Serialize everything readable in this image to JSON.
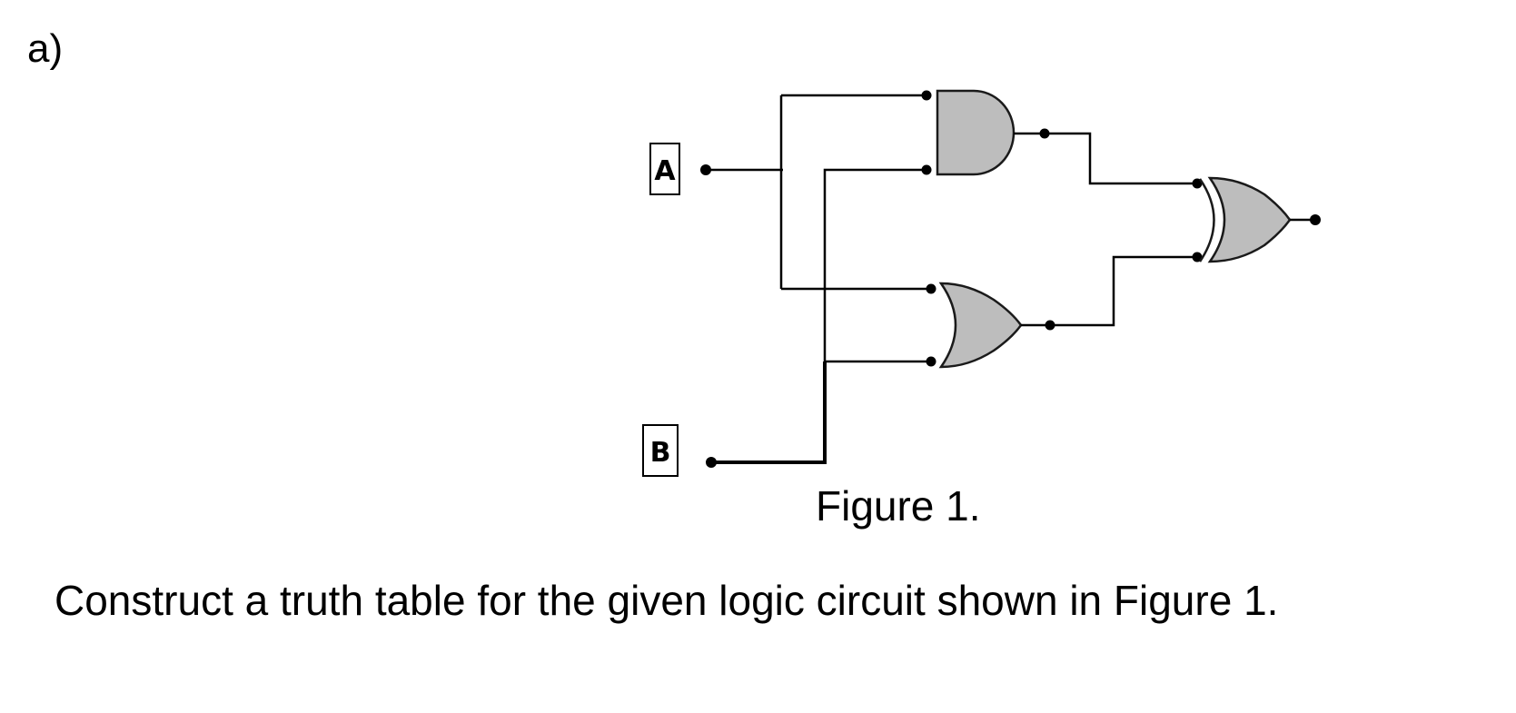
{
  "part_label": "a)",
  "figure": {
    "caption": "Figure 1.",
    "inputs": [
      {
        "id": "A",
        "label": "A"
      },
      {
        "id": "B",
        "label": "B"
      }
    ],
    "gates": [
      {
        "id": "g1",
        "type": "AND",
        "inputs": [
          "A",
          "B"
        ]
      },
      {
        "id": "g2",
        "type": "OR",
        "inputs": [
          "A",
          "B"
        ]
      },
      {
        "id": "g3",
        "type": "XOR",
        "inputs": [
          "g1",
          "g2"
        ]
      }
    ],
    "output": "g3"
  },
  "question": "Construct a truth table for the given logic circuit shown in Figure 1."
}
